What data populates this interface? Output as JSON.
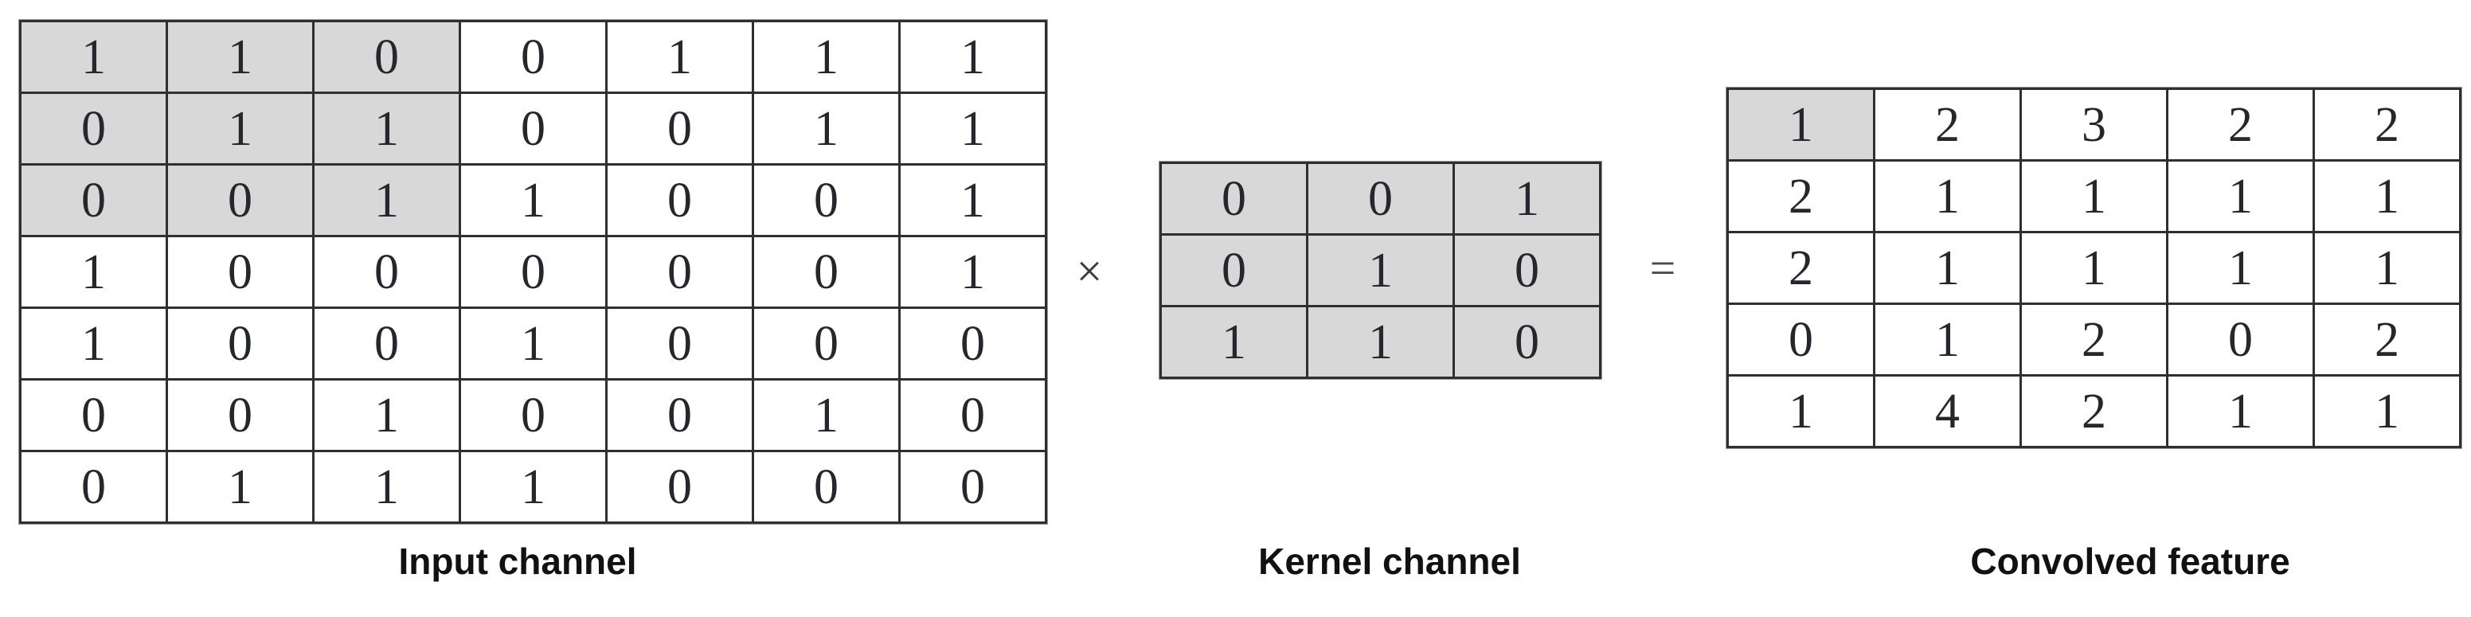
{
  "diagram": {
    "title_semantic": "convolution-operation",
    "colors": {
      "background": "#ffffff",
      "grid_line": "#2f2f2f",
      "cell_shaded": "#d8d8d8",
      "cell_plain": "#ffffff",
      "digit": "#26262e",
      "label": "#111111"
    },
    "operators": {
      "times": "×",
      "equals": "="
    },
    "input": {
      "label": "Input channel",
      "values": [
        [
          1,
          1,
          0,
          0,
          1,
          1,
          1
        ],
        [
          0,
          1,
          1,
          0,
          0,
          1,
          1
        ],
        [
          0,
          0,
          1,
          1,
          0,
          0,
          1
        ],
        [
          1,
          0,
          0,
          0,
          0,
          0,
          1
        ],
        [
          1,
          0,
          0,
          1,
          0,
          0,
          0
        ],
        [
          0,
          0,
          1,
          0,
          0,
          1,
          0
        ],
        [
          0,
          1,
          1,
          1,
          0,
          0,
          0
        ]
      ],
      "shaded_region": {
        "row_start": 0,
        "row_end": 2,
        "col_start": 0,
        "col_end": 2
      }
    },
    "kernel": {
      "label": "Kernel channel",
      "values": [
        [
          0,
          0,
          1
        ],
        [
          0,
          1,
          0
        ],
        [
          1,
          1,
          0
        ]
      ],
      "shaded": "all"
    },
    "output": {
      "label": "Convolved feature",
      "values": [
        [
          1,
          2,
          3,
          2,
          2
        ],
        [
          2,
          1,
          1,
          1,
          1
        ],
        [
          2,
          1,
          1,
          1,
          1
        ],
        [
          0,
          1,
          2,
          0,
          2
        ],
        [
          1,
          4,
          2,
          1,
          1
        ]
      ],
      "shaded_cells": [
        [
          0,
          0
        ]
      ]
    }
  }
}
